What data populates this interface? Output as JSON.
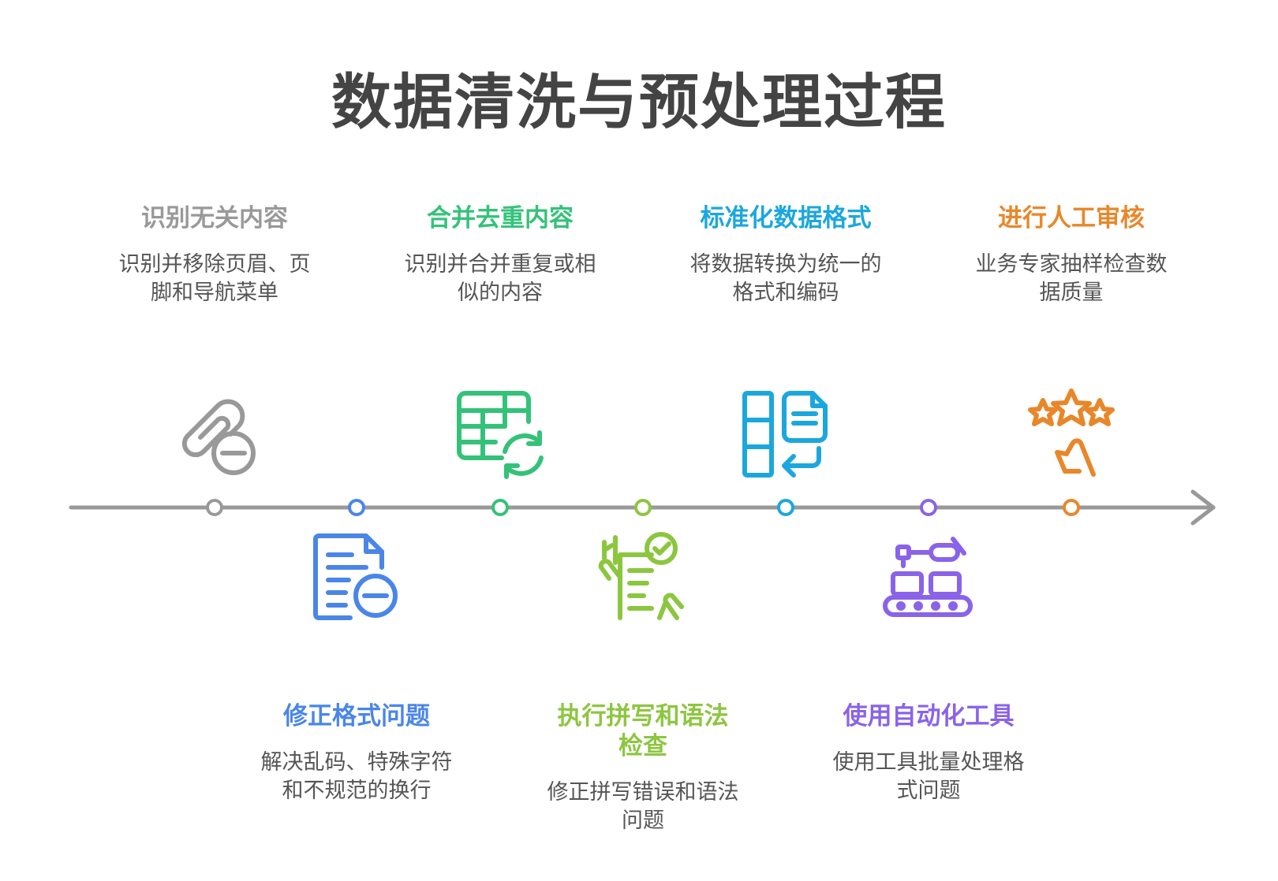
{
  "title": "数据清洗与预处理过程",
  "colors": {
    "gray": "#999999",
    "blue": "#4a86e8",
    "green": "#34c279",
    "yellowgreen": "#8cc63f",
    "cyan": "#1ba7dd",
    "purple": "#8a63e8",
    "orange": "#e8872a",
    "line": "#999999"
  },
  "steps": [
    {
      "title": "识别无关内容",
      "desc": "识别并移除页眉、页脚和导航菜单",
      "desc_lines": [
        "识别并移除页眉、页",
        "脚和导航菜单"
      ],
      "icon": "paperclip-remove-icon",
      "color": "#999999"
    },
    {
      "title": "修正格式问题",
      "desc": "解决乱码、特殊字符和不规范的换行",
      "desc_lines": [
        "解决乱码、特殊字符",
        "和不规范的换行"
      ],
      "icon": "document-remove-icon",
      "color": "#4a86e8"
    },
    {
      "title": "合并去重内容",
      "desc": "识别并合并重复或相似的内容",
      "desc_lines": [
        "识别并合并重复或相",
        "似的内容"
      ],
      "icon": "table-refresh-icon",
      "color": "#34c279"
    },
    {
      "title_lines": [
        "执行拼写和语法",
        "检查"
      ],
      "title": "执行拼写和语法检查",
      "desc": "修正拼写错误和语法问题",
      "desc_lines": [
        "修正拼写错误和语法",
        "问题"
      ],
      "icon": "checklist-hand-icon",
      "color": "#8cc63f"
    },
    {
      "title": "标准化数据格式",
      "desc": "将数据转换为统一的格式和编码",
      "desc_lines": [
        "将数据转换为统一的",
        "格式和编码"
      ],
      "icon": "columns-document-icon",
      "color": "#1ba7dd"
    },
    {
      "title": "使用自动化工具",
      "desc": "使用工具批量处理格式问题",
      "desc_lines": [
        "使用工具批量处理格",
        "式问题"
      ],
      "icon": "robot-conveyor-icon",
      "color": "#8a63e8"
    },
    {
      "title": "进行人工审核",
      "desc": "业务专家抽样检查数据质量",
      "desc_lines": [
        "业务专家抽样检查数",
        "据质量"
      ],
      "icon": "stars-hand-icon",
      "color": "#e8872a"
    }
  ]
}
